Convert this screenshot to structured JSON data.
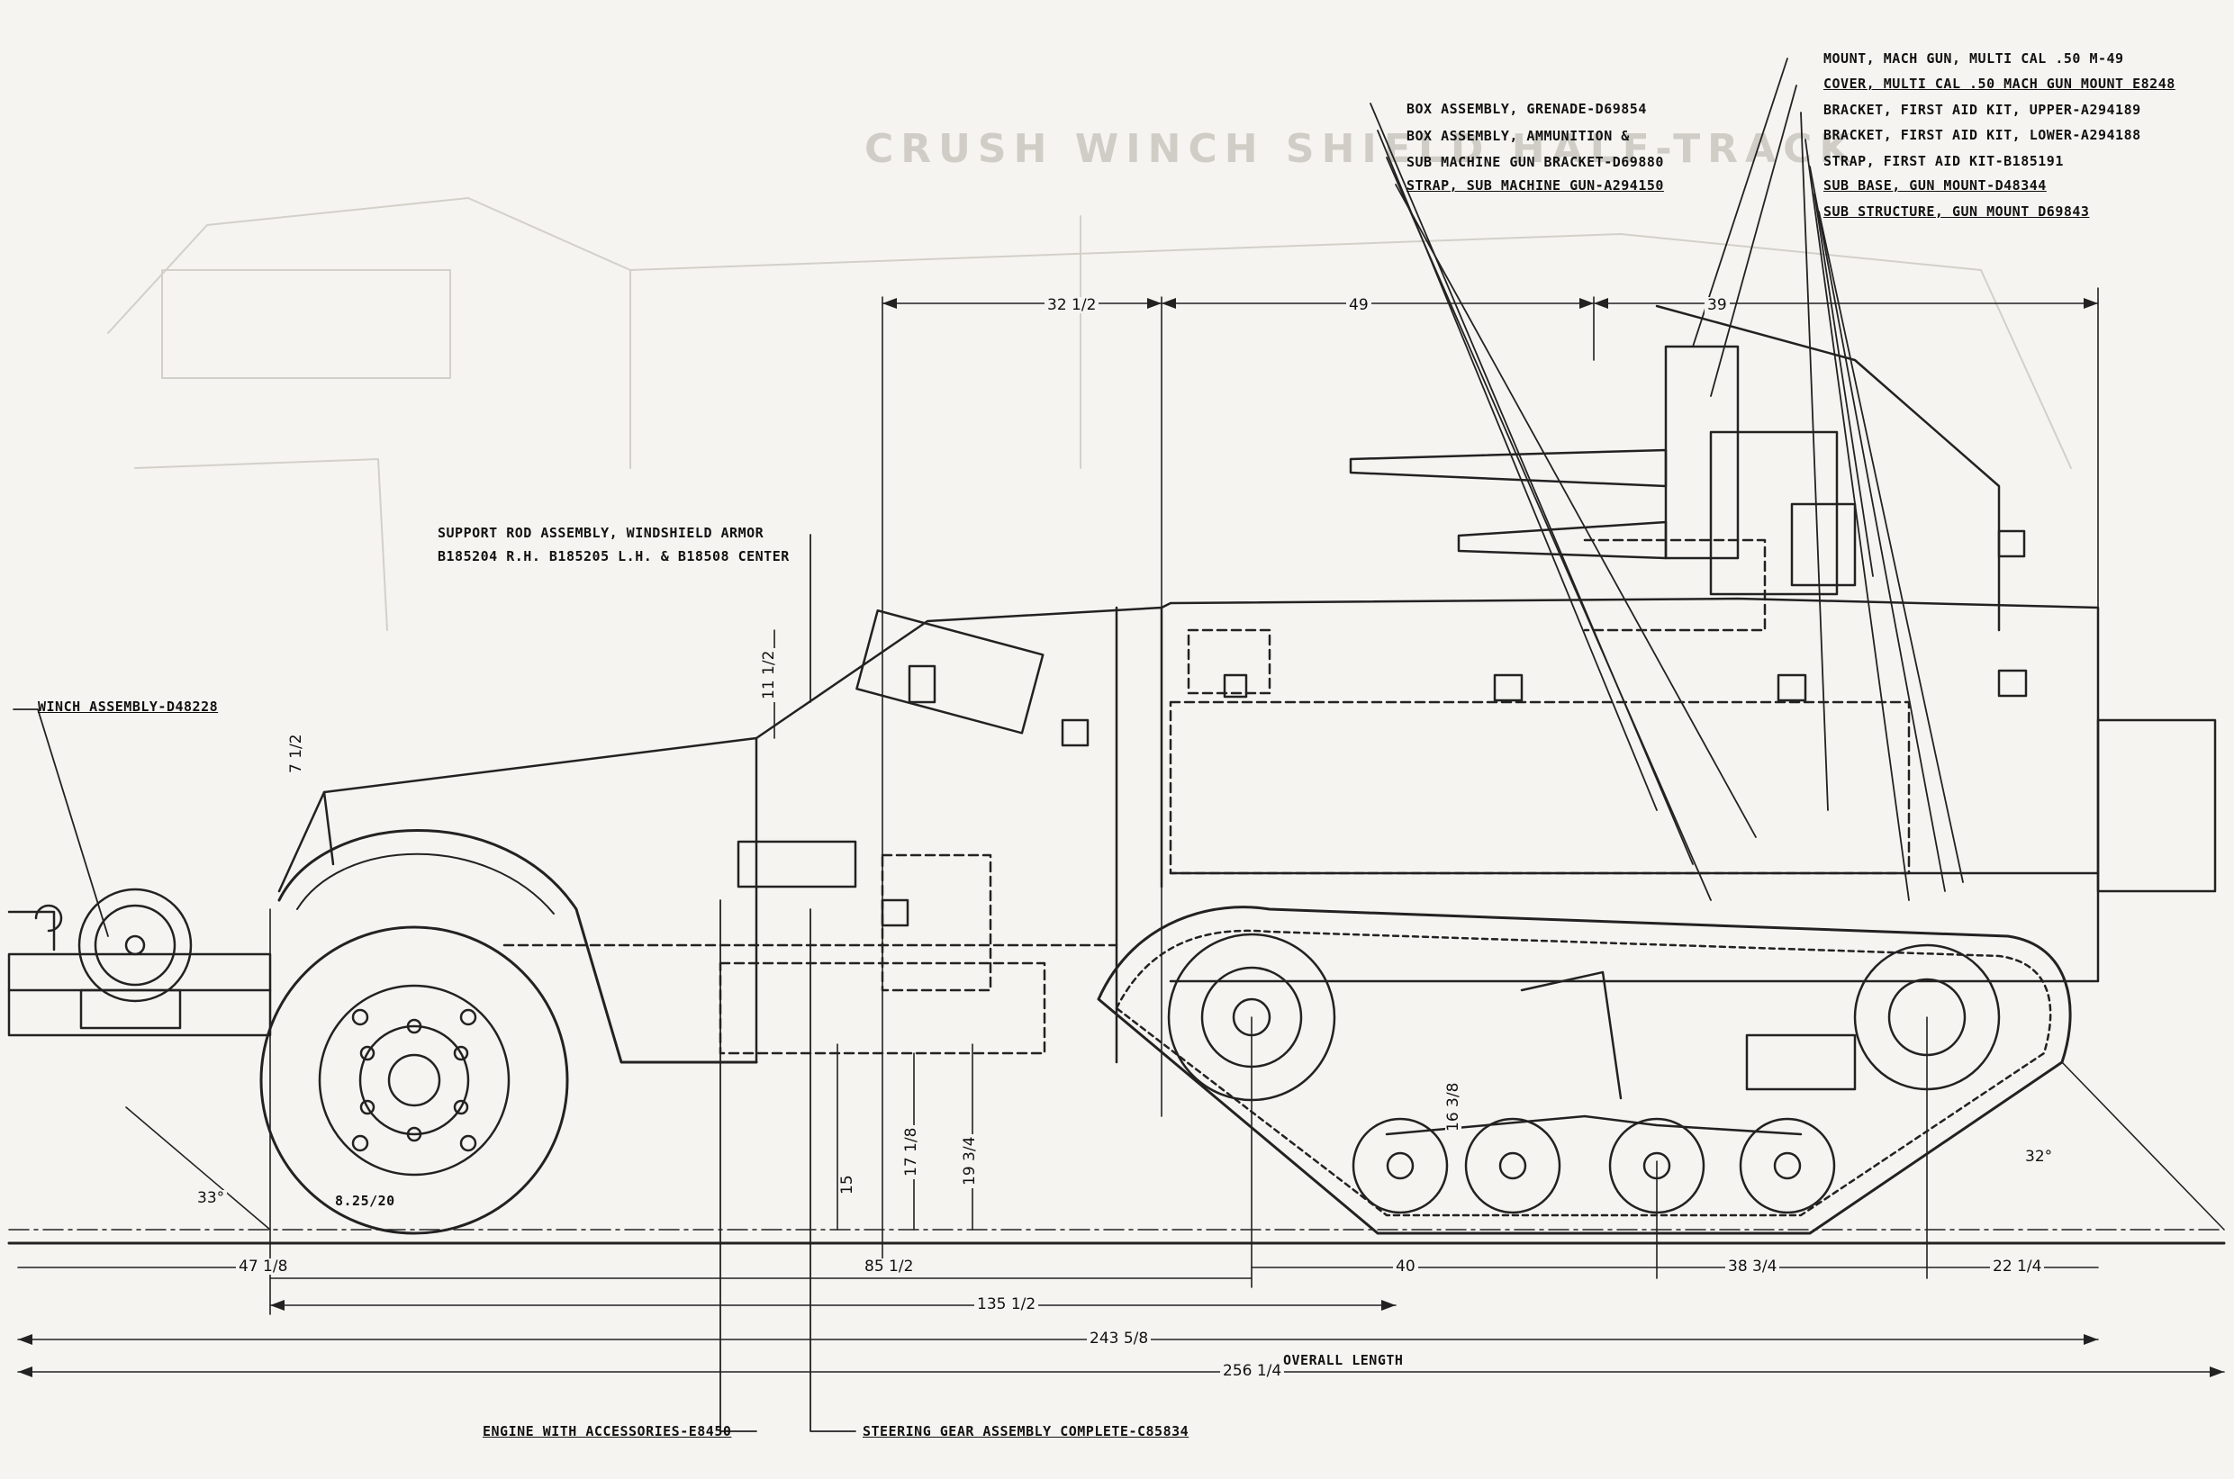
{
  "callouts_left": {
    "winch": "WINCH ASSEMBLY-D48228",
    "support_rod_1": "SUPPORT ROD ASSEMBLY, WINDSHIELD ARMOR",
    "support_rod_2": "B185204 R.H. B185205 L.H. & B18508 CENTER",
    "engine": "ENGINE WITH ACCESSORIES-E8450",
    "steering": "STEERING GEAR ASSEMBLY COMPLETE-C85834",
    "tire": "8.25/20"
  },
  "callouts_top_mid": [
    "BOX ASSEMBLY, GRENADE-D69854",
    "BOX ASSEMBLY, AMMUNITION &",
    "SUB MACHINE GUN BRACKET-D69880",
    "STRAP, SUB MACHINE GUN-A294150"
  ],
  "callouts_top_right": [
    "MOUNT, MACH GUN, MULTI CAL .50 M-49",
    "COVER, MULTI CAL .50 MACH GUN MOUNT E8248",
    "BRACKET, FIRST AID KIT, UPPER-A294189",
    "BRACKET, FIRST AID KIT, LOWER-A294188",
    "STRAP, FIRST AID KIT-B185191",
    "SUB BASE, GUN MOUNT-D48344",
    "SUB STRUCTURE, GUN MOUNT D69843"
  ],
  "dimensions": {
    "top_32": "32 1/2",
    "top_49": "49",
    "top_39": "39",
    "windshield": "11 1/2",
    "hood": "7 1/2",
    "angle_front": "33°",
    "angle_rear": "32°",
    "ground_15": "15",
    "ground_17": "17 1/8",
    "ground_19": "19 3/4",
    "susp_16": "16 3/8",
    "len_47": "47 1/8",
    "len_85": "85 1/2",
    "len_40": "40",
    "len_38": "38 3/4",
    "len_22": "22 1/4",
    "len_135": "135 1/2",
    "len_243": "243 5/8",
    "len_256": "256 1/4",
    "overall": "OVERALL LENGTH"
  },
  "ghost_text": "CRUSH WINCH SHIELD HALF-TRACK"
}
